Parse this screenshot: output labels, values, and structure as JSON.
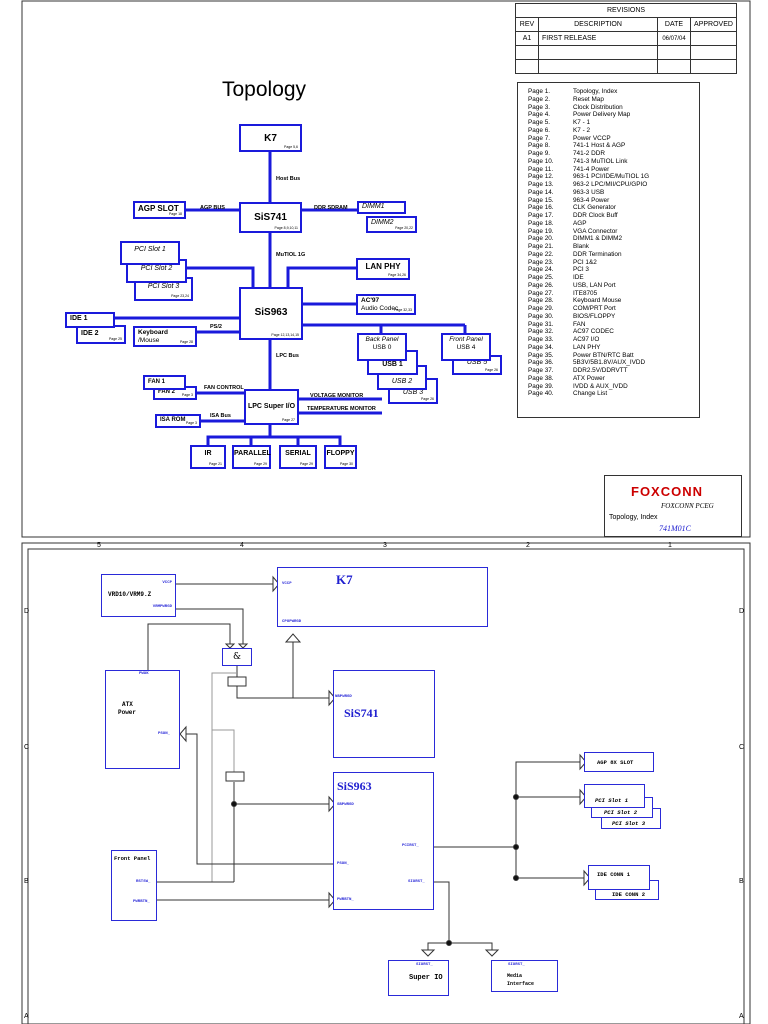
{
  "revisions": {
    "title": "REVISIONS",
    "headers": [
      "REV",
      "DESCRIPTION",
      "DATE",
      "APPROVED"
    ],
    "rows": [
      [
        "A1",
        "FIRST RELEASE",
        "06/07/04",
        ""
      ],
      [
        "",
        "",
        "",
        ""
      ],
      [
        "",
        "",
        "",
        ""
      ]
    ]
  },
  "title": "Topology",
  "index": [
    [
      "Page 1.",
      "Topology, Index"
    ],
    [
      "Page 2.",
      "Reset Map"
    ],
    [
      "Page 3.",
      "Clock Distribution"
    ],
    [
      "Page 4.",
      "Power Delivery Map"
    ],
    [
      "Page 5.",
      "K7 - 1"
    ],
    [
      "Page 6.",
      "K7 - 2"
    ],
    [
      "Page 7.",
      "Power VCCP"
    ],
    [
      "Page 8.",
      "741-1 Host & AGP"
    ],
    [
      "Page 9.",
      "741-2 DDR"
    ],
    [
      "Page 10.",
      "741-3 MuTIOL Link"
    ],
    [
      "Page 11.",
      "741-4 Power"
    ],
    [
      "Page 12.",
      "963-1 PCI/IDE/MuTIOL 1G"
    ],
    [
      "Page 13.",
      "963-2 LPC/MII/CPU/GPIO"
    ],
    [
      "Page 14.",
      "963-3 USB"
    ],
    [
      "Page 15.",
      "963-4 Power"
    ],
    [
      "Page 16.",
      "CLK Generator"
    ],
    [
      "Page 17.",
      "DDR Clock Buff"
    ],
    [
      "Page 18.",
      "AGP"
    ],
    [
      "Page 19.",
      "VGA Connector"
    ],
    [
      "Page 20.",
      "DIMM1 & DIMM2"
    ],
    [
      "Page 21.",
      "Blank"
    ],
    [
      "Page 22.",
      "DDR Termination"
    ],
    [
      "Page 23.",
      "PCI 1&2"
    ],
    [
      "Page 24.",
      "PCI 3"
    ],
    [
      "Page 25.",
      "IDE"
    ],
    [
      "Page 26.",
      "USB, LAN Port"
    ],
    [
      "Page 27.",
      "ITE8705"
    ],
    [
      "Page 28.",
      "Keyboard Mouse"
    ],
    [
      "Page 29.",
      "COM/PRT Port"
    ],
    [
      "Page 30.",
      "BIOS/FLOPPY"
    ],
    [
      "Page 31.",
      "FAN"
    ],
    [
      "Page 32.",
      "AC97 CODEC"
    ],
    [
      "Page 33.",
      "AC97 I/O"
    ],
    [
      "Page 34.",
      "LAN PHY"
    ],
    [
      "Page 35.",
      "Power BTN/RTC Batt"
    ],
    [
      "Page 36.",
      "5B3V/5B1.8V/AUX_IVDD"
    ],
    [
      "Page 37.",
      "DDR2.5V/DDRVTT"
    ],
    [
      "Page 38.",
      "ATX Power"
    ],
    [
      "Page 39.",
      "IVDD & AUX_IVDD"
    ],
    [
      "Page 40.",
      "Change List"
    ]
  ],
  "topology": {
    "k7": {
      "name": "K7",
      "page": "Page 5,6"
    },
    "sis741": {
      "name": "SiS741",
      "page": "Page 8,9,10,11"
    },
    "agp": {
      "name": "AGP SLOT",
      "page": "Page 18"
    },
    "dimm1": "DIMM1",
    "dimm2": {
      "name": "DIMM2",
      "page": "Page 20,22"
    },
    "pci1": "PCI Slot 1",
    "pci2": "PCI Slot 2",
    "pci3": {
      "name": "PCI Slot 3",
      "page": "Page 23,24"
    },
    "lan": {
      "name": "LAN PHY",
      "page": "Page 34,26"
    },
    "sis963": {
      "name": "SiS963",
      "page": "Page 12,13,14,15"
    },
    "ac97": {
      "name1": "AC'97",
      "name2": "Audio Codec",
      "page": "Page 32,33"
    },
    "ide1": "IDE 1",
    "ide2": {
      "name": "IDE 2",
      "page": "Page 25"
    },
    "kbd": {
      "name1": "Keyboard",
      "name2": "/Mouse",
      "page": "Page 28"
    },
    "back_panel": "Back Panel",
    "usb0": "USB 0",
    "usb1": "USB 1",
    "usb2": "USB 2",
    "usb3": {
      "name": "USB 3",
      "page": "Page 26"
    },
    "front_panel": "Front Panel",
    "usb4": "USB 4",
    "usb5": {
      "name": "USB 5",
      "page": "Page 26"
    },
    "fan1": "FAN 1",
    "fan2": {
      "name": "FAN 2",
      "page": "Page 3"
    },
    "lpc": {
      "name": "LPC Super I/O",
      "page": "Page 27"
    },
    "isarom": {
      "name": "ISA ROM",
      "page": "Page 3"
    },
    "ir": {
      "name": "IR",
      "page": "Page 21"
    },
    "parallel": {
      "name": "PARALLEL",
      "page": "Page 29"
    },
    "serial": {
      "name": "SERIAL",
      "page": "Page 29"
    },
    "floppy": {
      "name": "FLOPPY",
      "page": "Page 30"
    },
    "buses": {
      "host": "Host Bus",
      "agp": "AGP BUS",
      "ddr": "DDR SDRAM",
      "mutiol": "MuTIOL 1G",
      "ps2": "PS/2",
      "lpc": "LPC Bus",
      "fan": "FAN CONTROL",
      "isa": "ISA Bus",
      "volt": "VOLTAGE MONITOR",
      "temp": "TEMPERATURE MONITOR"
    }
  },
  "titleblock": {
    "logo": "FOXCONN",
    "company": "FOXCONN PCEG",
    "sheet_title": "Topology, Index",
    "doc_number": "741M01C"
  },
  "ruler": {
    "cols": [
      "5",
      "4",
      "3",
      "2",
      "1"
    ],
    "rows": [
      "D",
      "C",
      "B",
      "A"
    ]
  },
  "reset": {
    "vrd": {
      "name": "VRD10/VRM9.Z",
      "vccp": "VCCP",
      "pwrgd": "VRMPWRGD"
    },
    "k7": {
      "name": "K7",
      "vccp": "VCCP",
      "pwrgd": "CPUPWRGD"
    },
    "gate": "&",
    "atx": {
      "name1": "ATX",
      "name2": "Power",
      "pwok": "PWOK",
      "pson": "PSON_"
    },
    "sis741": {
      "name": "SiS741",
      "pin": "NBPWRGD"
    },
    "sis963": {
      "name": "SiS963",
      "sbpwrgd": "SBPWRGD",
      "pson": "PSON_",
      "pwrbtn": "PWRBTN_",
      "pcirst": "PCIRST_",
      "siorst": "SIORST_"
    },
    "front": {
      "name": "Front Panel",
      "rstsw": "RSTSW_",
      "pwrbtn": "PWRBTN_"
    },
    "agp": "AGP 8X SLOT",
    "pci1": "PCI Slot 1",
    "pci2": "PCI Slot 2",
    "pci3": "PCI Slot 3",
    "ide1": "IDE CONN 1",
    "ide2": "IDE CONN 2",
    "superio": {
      "pin": "SIORST_",
      "name": "Super IO"
    },
    "media": {
      "pin": "SIORST_",
      "name1": "Media",
      "name2": "Interface"
    }
  },
  "colors": {
    "block": "#1a1adb",
    "wire": "#333333"
  }
}
